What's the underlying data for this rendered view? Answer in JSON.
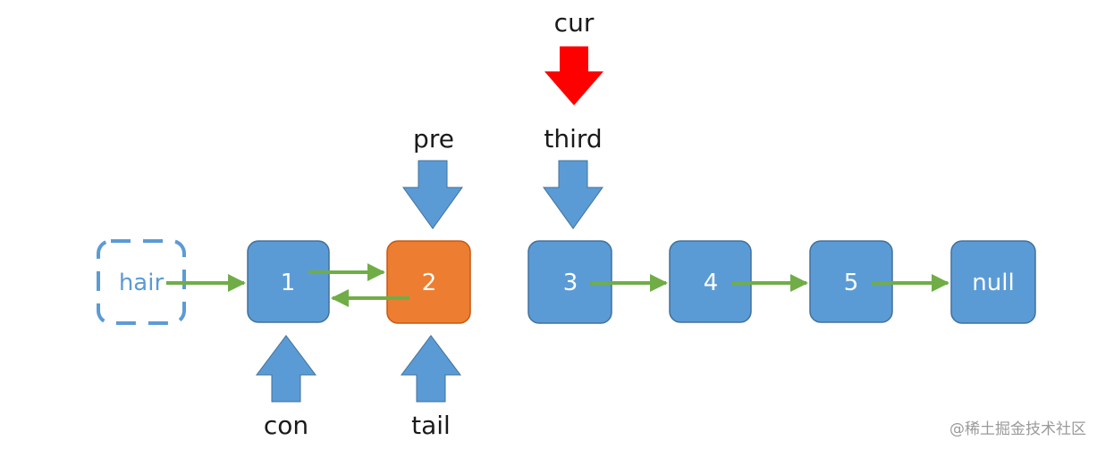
{
  "colors": {
    "node_fill": "#5b9bd5",
    "node_stroke": "#41719c",
    "highlight_fill": "#ed7d31",
    "link_arrow": "#70ad47",
    "pointer_arrow": "#5b9bd5",
    "cur_arrow": "#ff0000"
  },
  "nodes": [
    {
      "id": "hair",
      "label": "hair",
      "style": "dashed"
    },
    {
      "id": "n1",
      "label": "1",
      "style": "normal"
    },
    {
      "id": "n2",
      "label": "2",
      "style": "highlight"
    },
    {
      "id": "n3",
      "label": "3",
      "style": "normal"
    },
    {
      "id": "n4",
      "label": "4",
      "style": "normal"
    },
    {
      "id": "n5",
      "label": "5",
      "style": "normal"
    },
    {
      "id": "null",
      "label": "null",
      "style": "normal"
    }
  ],
  "links": [
    {
      "from": "hair",
      "to": "n1"
    },
    {
      "from": "n1",
      "to": "n2"
    },
    {
      "from": "n2",
      "to": "n1"
    },
    {
      "from": "n3",
      "to": "n4"
    },
    {
      "from": "n4",
      "to": "n5"
    },
    {
      "from": "n5",
      "to": "null"
    }
  ],
  "pointers": {
    "pre": "pre",
    "third": "third",
    "cur": "cur",
    "con": "con",
    "tail": "tail"
  },
  "watermark": "@稀土掘金技术社区"
}
